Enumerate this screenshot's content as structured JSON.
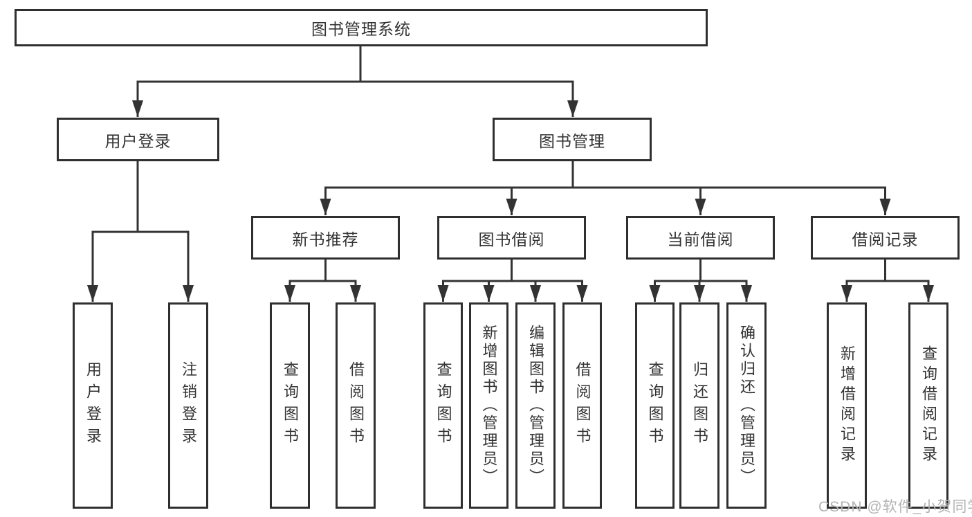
{
  "tree": {
    "root": {
      "label": "图书管理系统",
      "children": [
        {
          "label": "用户登录",
          "children": [
            {
              "label": "用户登录"
            },
            {
              "label": "注销登录"
            }
          ]
        },
        {
          "label": "图书管理",
          "children": [
            {
              "label": "新书推荐",
              "children": [
                {
                  "label": "查询图书"
                },
                {
                  "label": "借阅图书"
                }
              ]
            },
            {
              "label": "图书借阅",
              "children": [
                {
                  "label": "查询图书"
                },
                {
                  "label": "新增图书（管理员）"
                },
                {
                  "label": "编辑图书（管理员）"
                },
                {
                  "label": "借阅图书"
                }
              ]
            },
            {
              "label": "当前借阅",
              "children": [
                {
                  "label": "查询图书"
                },
                {
                  "label": "归还图书"
                },
                {
                  "label": "确认归还（管理员）"
                }
              ]
            },
            {
              "label": "借阅记录",
              "children": [
                {
                  "label": "新增借阅记录"
                },
                {
                  "label": "查询借阅记录"
                }
              ]
            }
          ]
        }
      ]
    }
  },
  "watermark": {
    "text": "CSDN @软件_小贺同学"
  },
  "colors": {
    "line": "#333333",
    "text": "#333333",
    "box_border": "#2f2f2f",
    "background": "#ffffff",
    "watermark": "#b3b3b3"
  }
}
